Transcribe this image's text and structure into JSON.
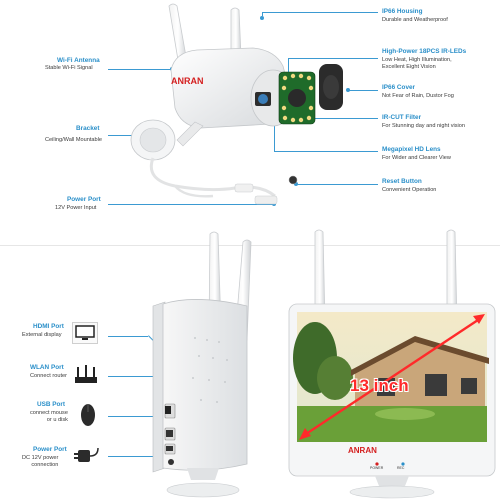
{
  "camera_labels": {
    "ip66_housing": {
      "title": "IP66 Housing",
      "sub": "Durable and Weatherproof"
    },
    "wifi_antenna": {
      "title": "Wi-Fi Antenna",
      "sub": "Stable Wi-Fi Signal"
    },
    "ir_leds": {
      "title": "High-Power 18PCS IR-LEDs",
      "sub": "Low Heat, High Illumination,\nExcellent Eight Vision"
    },
    "ip66_cover": {
      "title": "IP66 Cover",
      "sub": "Not Fear of Rain, Dustor Fog"
    },
    "bracket": {
      "title": "Bracket",
      "sub": "Ceiling/Wall Mountable"
    },
    "ircut": {
      "title": "IR-CUT Filter",
      "sub": "For Stunning day and night vision"
    },
    "lens": {
      "title": "Megapixel HD Lens",
      "sub": "For Wider and Clearer View"
    },
    "power_port": {
      "title": "Power Port",
      "sub": "12V Power Input"
    },
    "reset": {
      "title": "Reset Button",
      "sub": "Convenient Operation"
    }
  },
  "nvr_labels": {
    "hdmi": {
      "title": "HDMI Port",
      "sub": "External display"
    },
    "wlan": {
      "title": "WLAN Port",
      "sub": "Connect router"
    },
    "usb": {
      "title": "USB Port",
      "sub": "connect mouse\nor u disk"
    },
    "power": {
      "title": "Power Port",
      "sub": "DC 12V power\nconnection"
    }
  },
  "brand": {
    "camera": "ANRAN",
    "monitor": "ANRAN"
  },
  "monitor": {
    "size_label": "13 inch",
    "power_label": "POWER",
    "rec_label": "REC"
  },
  "colors": {
    "accent": "#3b9ad2",
    "brand_red": "#d41f1f",
    "size_red": "#ff2a2a"
  }
}
